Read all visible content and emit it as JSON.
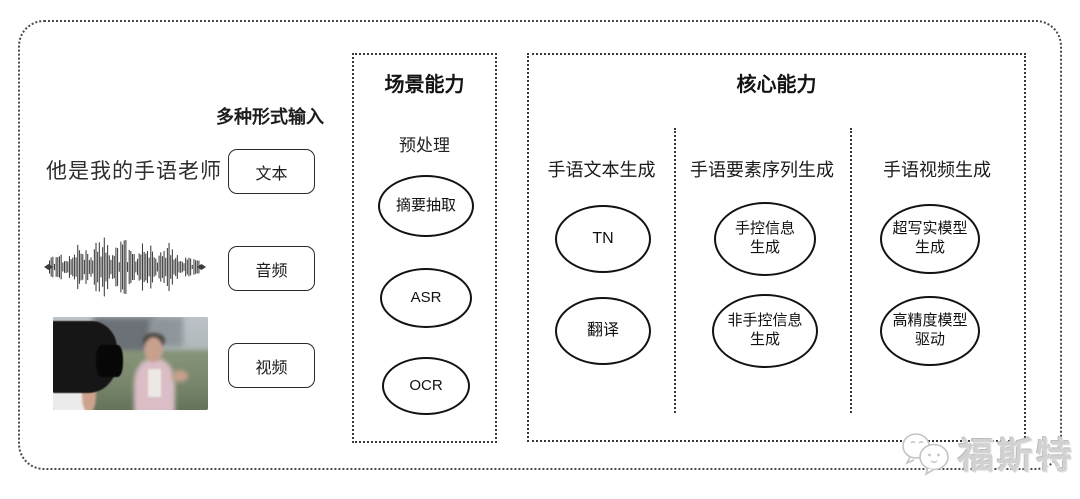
{
  "input": {
    "label": "多种形式输入",
    "sample_text": "他是我的手语老师",
    "types": [
      {
        "label": "文本"
      },
      {
        "label": "音频"
      },
      {
        "label": "视频"
      }
    ]
  },
  "scene": {
    "title": "场景能力",
    "subtitle": "预处理",
    "nodes": [
      "摘要抽取",
      "ASR",
      "OCR"
    ]
  },
  "core": {
    "title": "核心能力",
    "columns": [
      {
        "header": "手语文本生成",
        "nodes": [
          "TN",
          "翻译"
        ]
      },
      {
        "header": "手语要素序列生成",
        "nodes": [
          "手控信息\n生成",
          "非手控信息\n生成"
        ]
      },
      {
        "header": "手语视频生成",
        "nodes": [
          "超写实模型\n生成",
          "高精度模型\n驱动"
        ]
      }
    ]
  },
  "watermark": {
    "text": "福斯特"
  },
  "icons": {
    "waveform": "audio-waveform-icon",
    "logo": "watermark-mascot-icon"
  },
  "colors": {
    "line": "#383838",
    "node_border": "#121212",
    "watermark": "#d2d2d2"
  }
}
